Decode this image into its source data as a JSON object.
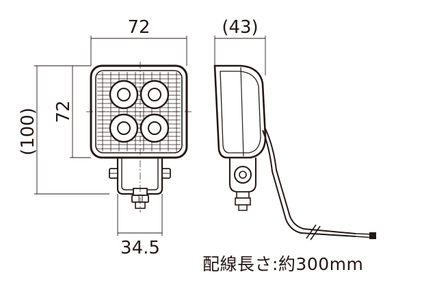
{
  "dimensions": {
    "front_width": "72",
    "front_height": "72",
    "overall_height": "(100)",
    "side_depth": "(43)",
    "bracket_width": "34.5"
  },
  "note": {
    "cable_length": "配線長さ:約300mm"
  },
  "colors": {
    "line": "#231815",
    "lens_fill": "#ffffff"
  }
}
